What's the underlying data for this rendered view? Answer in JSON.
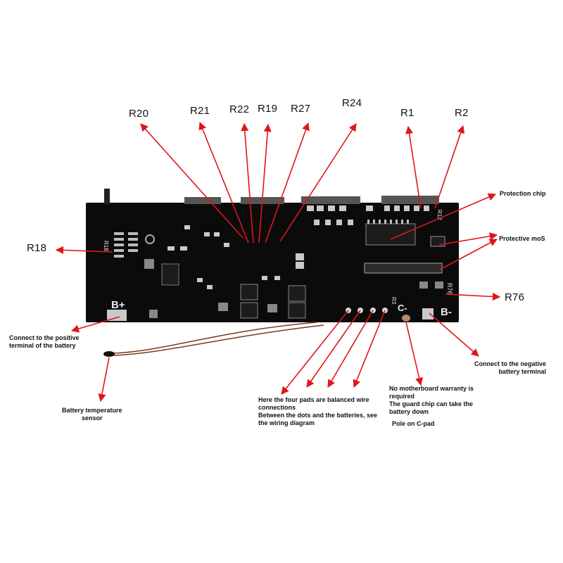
{
  "resistor_labels": {
    "r20": "R20",
    "r21": "R21",
    "r22": "R22",
    "r19": "R19",
    "r27": "R27",
    "r24": "R24",
    "r1": "R1",
    "r2": "R2",
    "r18": "R18",
    "r76": "R76"
  },
  "callouts": {
    "protection_chip": "Protection chip",
    "protective_mos": "Protective moS",
    "positive_terminal_1": "Connect to the positive",
    "positive_terminal_2": "terminal of the battery",
    "negative_terminal_1": "Connect to the negative",
    "negative_terminal_2": "battery terminal",
    "temp_sensor_1": "Battery temperature",
    "temp_sensor_2": "sensor",
    "balance_1": "Here the four pads are balanced wire",
    "balance_2": "connections",
    "balance_3": "Between the dots and the batteries, see",
    "balance_4": "the wiring diagram",
    "warranty_1": "No motherboard warranty is",
    "warranty_2": "required",
    "warranty_3": "The guard chip can take the",
    "warranty_4": "battery down",
    "pole": "Pole on C-pad"
  },
  "board_silkscreen": {
    "b_plus": "B+",
    "b_minus": "B-",
    "c_minus": "C-",
    "r18": "R18",
    "r76": "R76",
    "r3": "R3",
    "r12": "R12"
  },
  "colors": {
    "arrow": "#e0151b",
    "board": "#0b0b0b",
    "pad": "#c9c9c9",
    "solder_mask_text": "#e8e8e8"
  }
}
